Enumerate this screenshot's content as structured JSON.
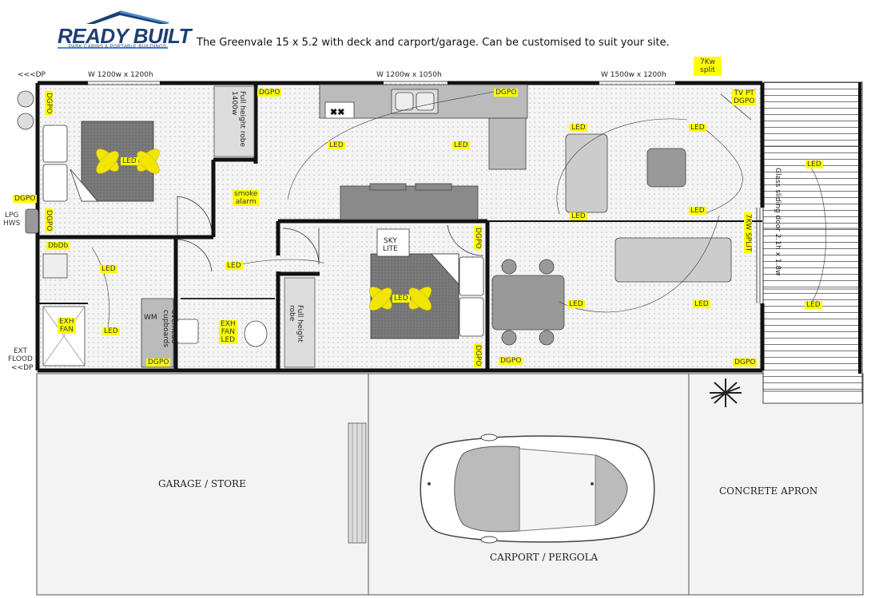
{
  "brand": {
    "name": "READY BUILT",
    "tagline": "PARK CABINS & PORTABLE BUILDINGS"
  },
  "headline": "The Greenvale 15 x 5.2 with deck and carport/garage. Can be customised to suit your site.",
  "windows": {
    "w1": "W 1200w x 1200h",
    "w2": "W 1200w x 1050h",
    "w3": "W 1500w x 1200h"
  },
  "markers": {
    "dp_top": "<<<DP",
    "dp_bottom": "<<DP",
    "lpg_hws": [
      "LPG",
      "HWS"
    ],
    "ext_flood": [
      "EXT",
      "FLOOD"
    ]
  },
  "electrical": {
    "split_7kw": [
      "7Kw",
      "split"
    ],
    "split_7kw_side": "7KW SPLIT",
    "dgpo": "DGPO",
    "tv_pt": [
      "TV PT",
      "DGPO"
    ],
    "led": "LED",
    "smoke": [
      "smoke",
      "alarm"
    ],
    "exh_fan": [
      "EXH",
      "FAN"
    ],
    "exh_fan_led": [
      "EXH",
      "FAN",
      "LED"
    ],
    "dbdb": "DbDb"
  },
  "rooms": {
    "robe1": "Full height robe 1400w",
    "robe2": "Full height robe",
    "overhead": "overhead cupboards",
    "wm": "WM",
    "skylite": [
      "SKY",
      "LITE"
    ],
    "glass_door": "Glass sliding door 2.1h x 1.8w"
  },
  "areas": {
    "garage": "GARAGE / STORE",
    "carport": "CARPORT / PERGOLA",
    "apron": "CONCRETE APRON"
  },
  "colors": {
    "wall": "#111111",
    "label_bg": "#ffff00",
    "floor": "#f2f2f2",
    "bed": "#777777",
    "fan": "#f2e600",
    "deck": "#ffffff",
    "slab": "#f3f3f3",
    "logo": "#1d3f73"
  }
}
